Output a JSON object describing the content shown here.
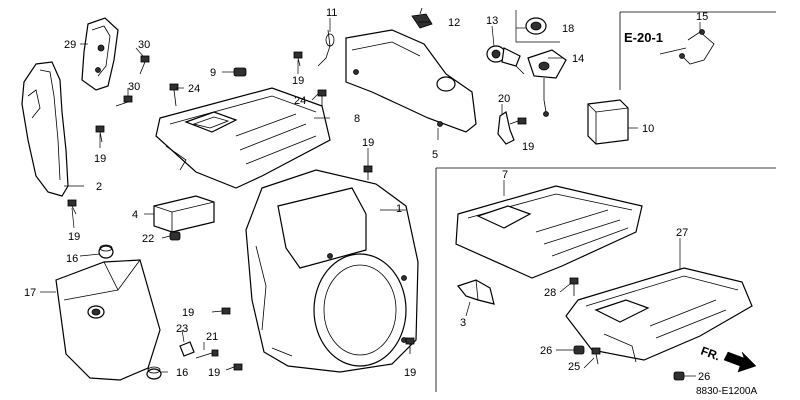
{
  "diagram": {
    "reference_box": "E-20-1",
    "direction_label": "FR.",
    "figure_code": "8830-E1200A",
    "callouts": {
      "c1": "1",
      "c2": "2",
      "c3a": "3",
      "c4": "4",
      "c5": "5",
      "c7": "7",
      "c8": "8",
      "c9": "9",
      "c10": "10",
      "c11": "11",
      "c12": "12",
      "c13": "13",
      "c14": "14",
      "c15": "15",
      "c16a": "16",
      "c16b": "16",
      "c17": "17",
      "c18": "18",
      "c19a": "19",
      "c19b": "19",
      "c19c": "19",
      "c19d": "19",
      "c19e": "19",
      "c19f": "19",
      "c19g": "19",
      "c19h": "19",
      "c20": "20",
      "c21": "21",
      "c22": "22",
      "c23": "23",
      "c24a": "24",
      "c24b": "24",
      "c25": "25",
      "c26a": "26",
      "c26b": "26",
      "c27": "27",
      "c28": "28",
      "c29": "29",
      "c30a": "30",
      "c30b": "30"
    }
  }
}
